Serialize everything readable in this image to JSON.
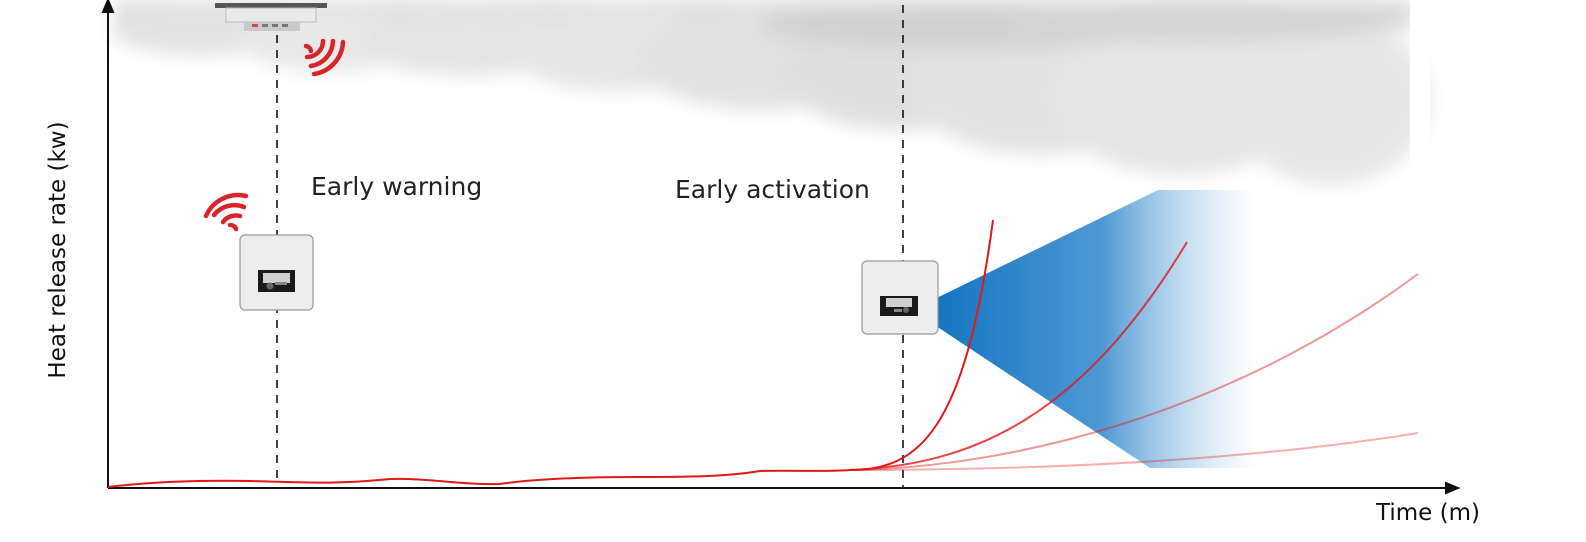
{
  "axes": {
    "x_label": "Time (m)",
    "y_label": "Heat release rate (kw)"
  },
  "annotations": {
    "early_warning": "Early warning",
    "early_activation": "Early activation"
  },
  "colors": {
    "curve": "#e01818",
    "beam": "#0a6fc0",
    "signal": "#d8242a",
    "smoke": "#cfcfcf"
  },
  "icons": {
    "ceiling_detector": "smoke-detector-icon",
    "wall_detector_1": "wall-sensor-icon",
    "wall_detector_2": "wall-sensor-icon",
    "signal": "wireless-signal-icon"
  }
}
